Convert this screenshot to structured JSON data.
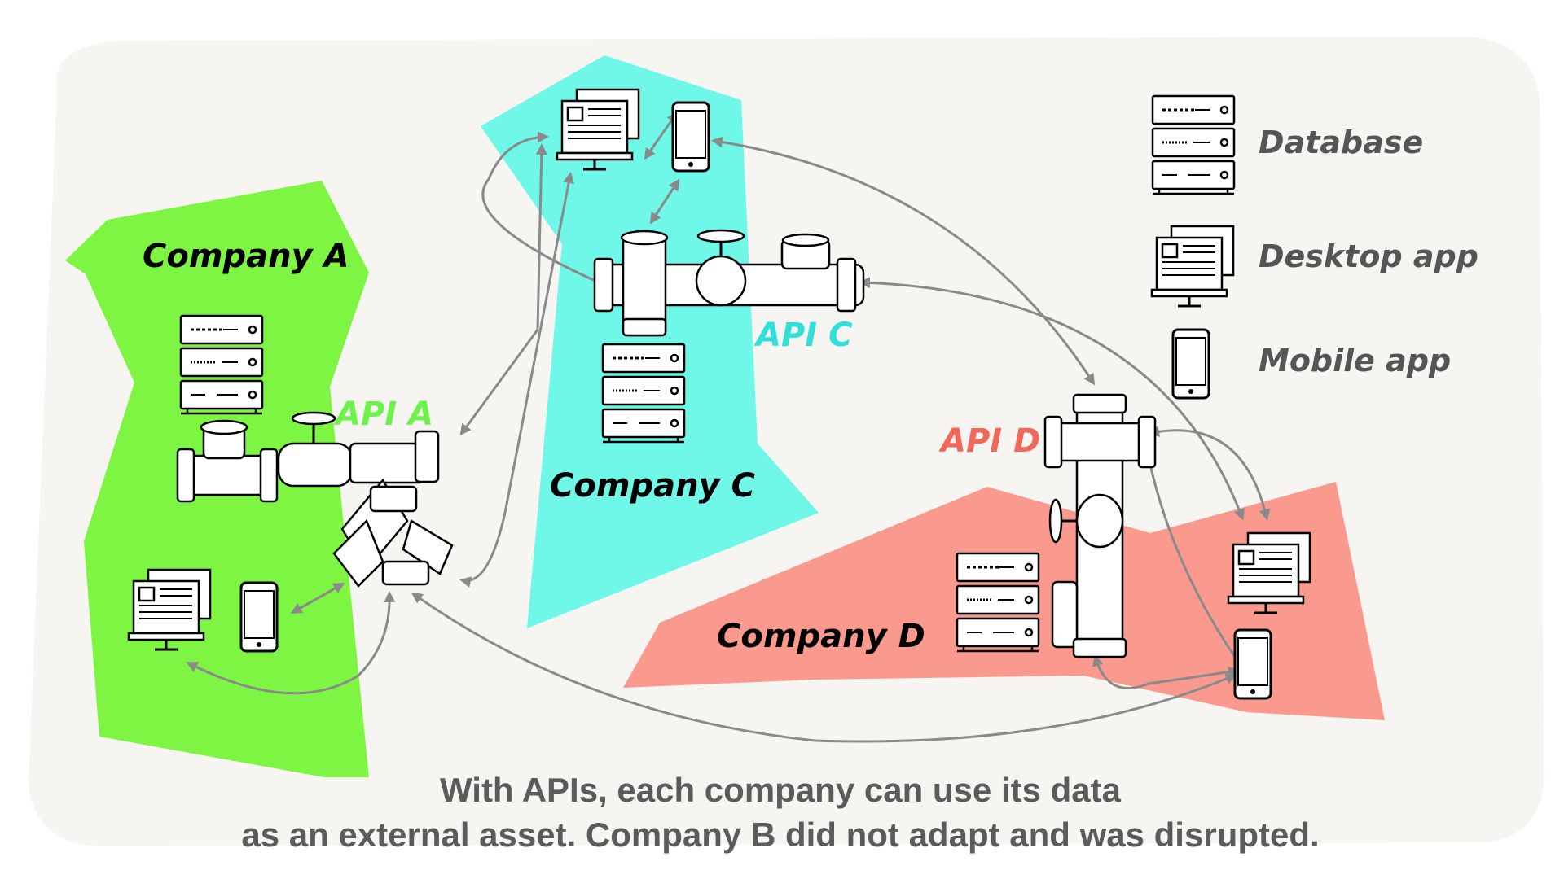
{
  "colors": {
    "company_a": "#7ef542",
    "company_c": "#6ff7e8",
    "company_d": "#fa9a8e",
    "api_a": "#6cf24a",
    "api_c": "#2fe0d8",
    "api_d": "#f1685a",
    "background": "#f6f5f2",
    "arrow": "#8a8a8a"
  },
  "companies": {
    "a": "Company A",
    "c": "Company C",
    "d": "Company D"
  },
  "apis": {
    "a": "API A",
    "c": "API C",
    "d": "API D"
  },
  "legend": {
    "database": "Database",
    "desktop": "Desktop app",
    "mobile": "Mobile app"
  },
  "caption": {
    "line1": "With APIs, each company can use its data",
    "line2": "as an external asset. Company B did not adapt and was disrupted."
  },
  "icons": [
    "database-icon",
    "desktop-icon",
    "mobile-icon",
    "pipe-icon"
  ]
}
